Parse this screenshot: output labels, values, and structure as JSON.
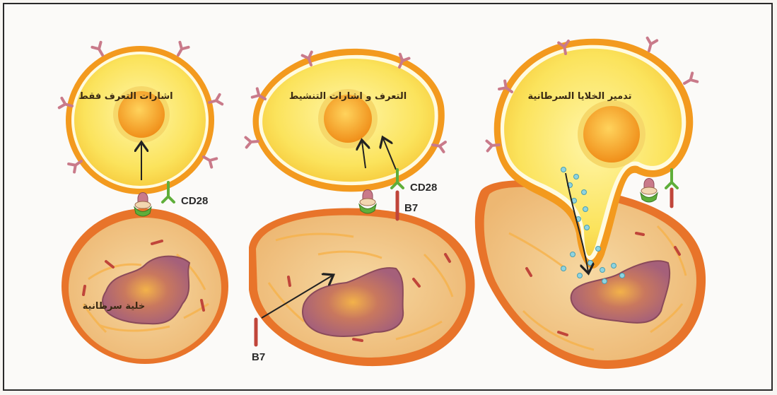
{
  "panels": [
    {
      "tcell_label": "اشارات التعرف فقط",
      "receptor_label": "CD28",
      "cancer_label": "خلية سرطانية"
    },
    {
      "tcell_label": "التعرف و اشارات التنشيط",
      "receptor_label": "CD28",
      "ligand_label_top": "B7",
      "ligand_label_bottom": "B7"
    },
    {
      "tcell_label": "تدمير الخلايا السرطانية"
    }
  ],
  "colors": {
    "tcell_fill": "#fbe35c",
    "tcell_edge": "#f39a1e",
    "nucleus": "#f6a61f",
    "cancer_fill": "#f2c98a",
    "cancer_edge": "#e8742a",
    "cancer_nucleus": "#b86a64",
    "receptor_green": "#5fae3a",
    "receptor_pink": "#c97a8a",
    "granule": "#8fd3e0"
  }
}
